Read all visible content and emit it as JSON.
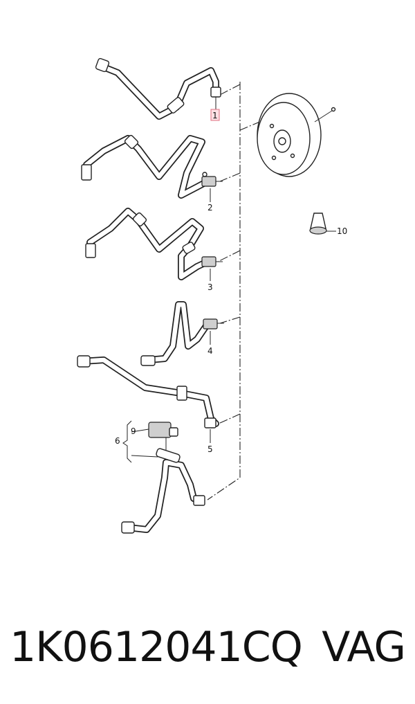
{
  "diagram": {
    "callouts": [
      "1",
      "2",
      "3",
      "4",
      "5",
      "6",
      "9",
      "10"
    ]
  },
  "caption": {
    "part_number": "1K0612041CQ",
    "brand": "VAG"
  }
}
